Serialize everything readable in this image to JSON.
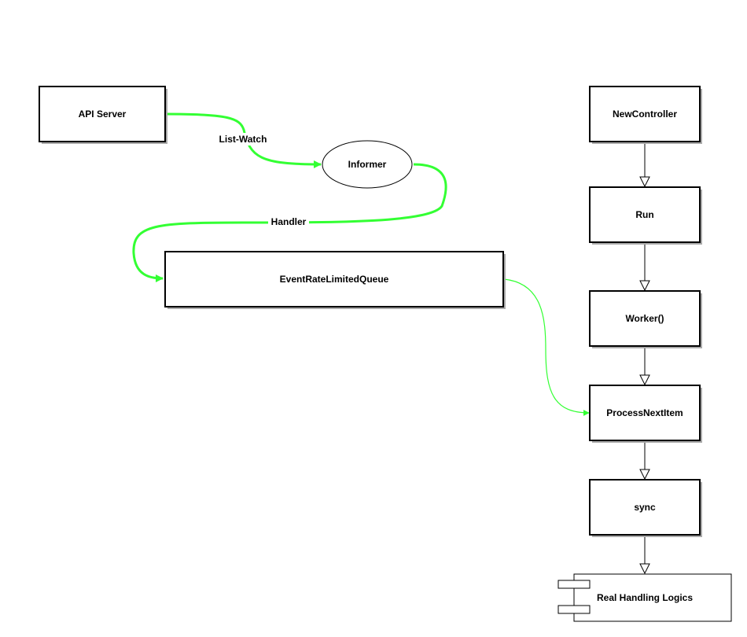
{
  "diagram": {
    "nodes": {
      "api_server": "API Server",
      "informer": "Informer",
      "event_queue": "EventRateLimitedQueue",
      "new_controller": "NewController",
      "run": "Run",
      "worker": "Worker()",
      "process_next_item": "ProcessNextItem",
      "sync": "sync",
      "real_handling": "Real Handling Logics"
    },
    "edge_labels": {
      "list_watch": "List-Watch",
      "handler": "Handler"
    },
    "colors": {
      "flow": "#33ff33",
      "stroke": "#000000",
      "shadow": "#aaaaaa",
      "background": "#ffffff"
    }
  }
}
